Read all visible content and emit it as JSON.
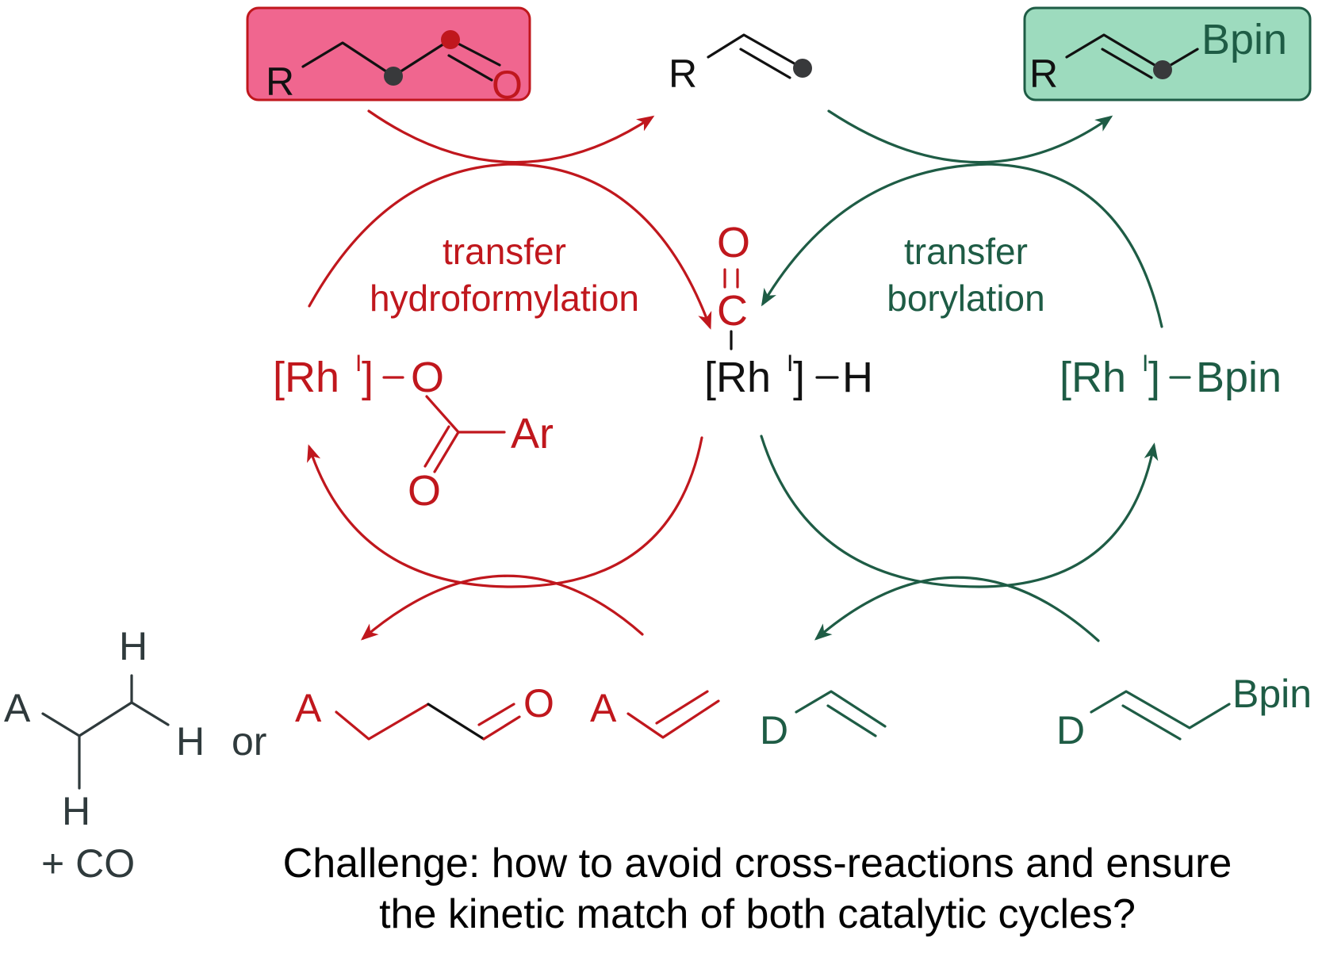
{
  "colors": {
    "red_cycle": "#c0171d",
    "green_cycle": "#1e5c45",
    "aldehyde_box_fill": "#f0668f",
    "vinylboronate_box_fill": "#9ddbbe",
    "dot": "#38393b",
    "text": "#111111"
  },
  "left_cycle": {
    "label_line1": "transfer",
    "label_line2": "hydroformylation",
    "intermediate": {
      "metal": "[Rh",
      "ox": "I",
      "close": "]",
      "o": "O",
      "ar": "Ar",
      "co_o": "O"
    }
  },
  "right_cycle": {
    "label_line1": "transfer",
    "label_line2": "borylation",
    "intermediate": {
      "metal": "[Rh",
      "ox": "I",
      "close": "]",
      "bpin": "Bpin"
    }
  },
  "center": {
    "carbonyl_o": "O",
    "carbonyl_c": "C",
    "metal": "[Rh",
    "ox": "I",
    "close": "]",
    "hydride": "H"
  },
  "top": {
    "aldehyde": {
      "r": "R",
      "o": "O"
    },
    "alkene": {
      "r": "R"
    },
    "vinylboronate": {
      "r": "R",
      "bpin": "Bpin"
    }
  },
  "bottom": {
    "alkane": {
      "a": "A",
      "h_top": "H",
      "h_right": "H",
      "h_bottom": "H",
      "co": "+ CO"
    },
    "or": "or",
    "donor_aldehyde": {
      "a": "A",
      "o": "O"
    },
    "acceptor_alkene": {
      "a": "A"
    },
    "donor_alkene": {
      "d": "D"
    },
    "vinylboronate": {
      "d": "D",
      "bpin": "Bpin"
    }
  },
  "challenge": {
    "line1": "Challenge: how to avoid cross-reactions and ensure",
    "line2": "the kinetic match of both catalytic cycles?"
  }
}
